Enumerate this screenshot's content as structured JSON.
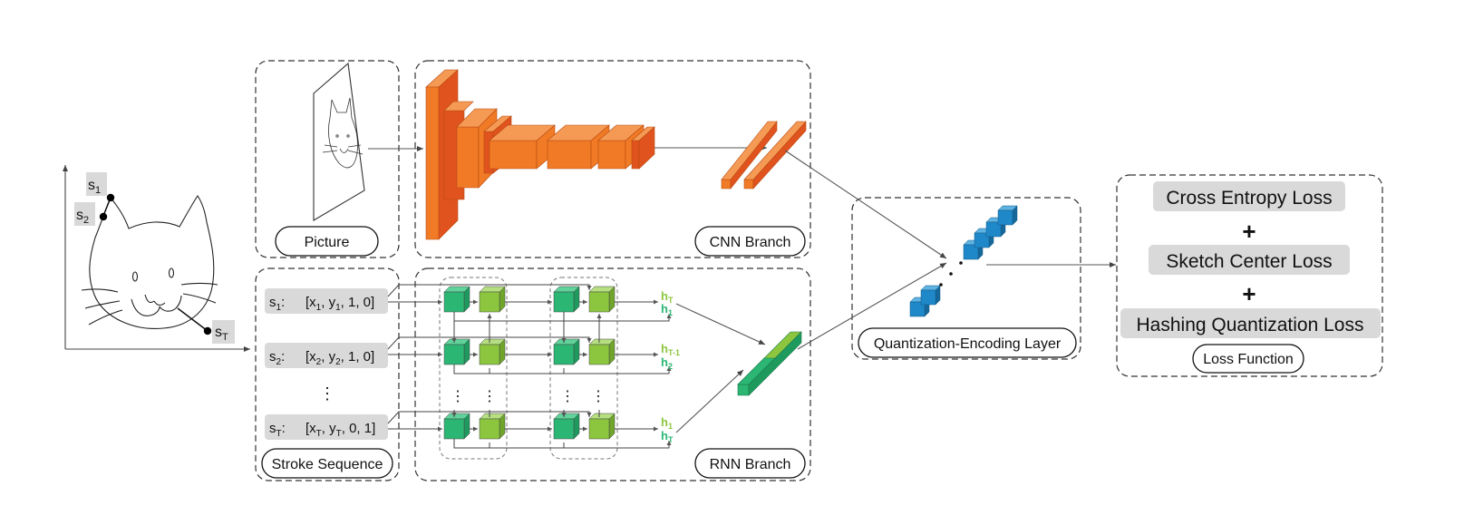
{
  "sketch": {
    "s1": "s",
    "s1_sub": "1",
    "s2": "s",
    "s2_sub": "2",
    "sT": "s",
    "sT_sub": "T"
  },
  "panels": {
    "picture": "Picture",
    "cnn_branch": "CNN Branch",
    "stroke_sequence": "Stroke Sequence",
    "rnn_branch": "RNN Branch",
    "quantization": "Quantization-Encoding Layer",
    "loss_function": "Loss Function"
  },
  "strokes": [
    {
      "name": "s",
      "sub": "1",
      "v": [
        "[x",
        "1",
        ", y",
        "1",
        ", 1, 0]"
      ]
    },
    {
      "name": "s",
      "sub": "2",
      "v": [
        "[x",
        "2",
        ", y",
        "2",
        ", 1, 0]"
      ]
    },
    {
      "name": "s",
      "sub": "T",
      "v": [
        "[x",
        "T",
        ", y",
        "T",
        ", 0, 1]"
      ]
    }
  ],
  "hidden": [
    {
      "top": "h",
      "top_sub": "T",
      "bot": "h",
      "bot_sub": "1"
    },
    {
      "top": "h",
      "top_sub": "T-1",
      "bot": "h",
      "bot_sub": "2"
    },
    {
      "top": "h",
      "top_sub": "1",
      "bot": "h",
      "bot_sub": "T"
    }
  ],
  "losses": {
    "l1": "Cross Entropy Loss",
    "plus1": "+",
    "l2": "Sketch Center Loss",
    "plus2": "+",
    "l3": "Hashing Quantization Loss"
  },
  "colors": {
    "orange": "#f07a25",
    "orange_dark": "#e0531f",
    "green_dark": "#2bb673",
    "green_light": "#8cc63f",
    "blue": "#1f88c9",
    "gray_label": "#d9d9d9"
  }
}
